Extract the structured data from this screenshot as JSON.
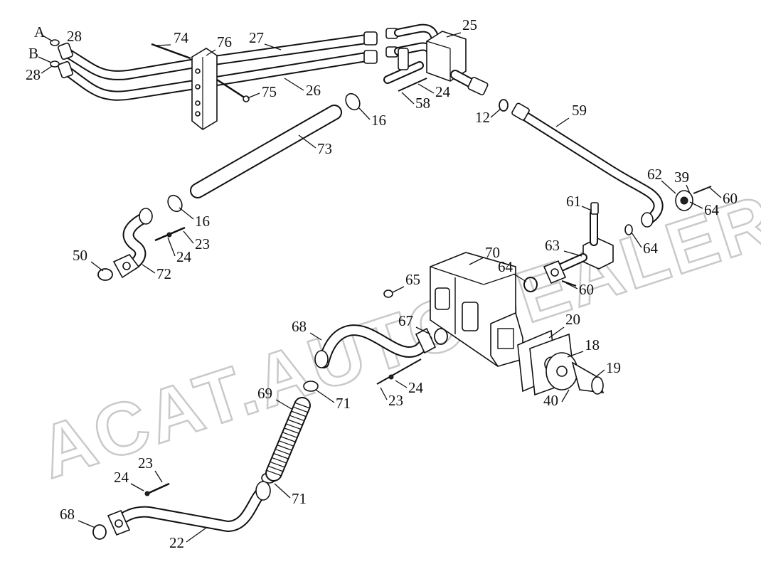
{
  "watermark": "ACAT.AUTODEALER.RU",
  "callouts": [
    {
      "id": "A",
      "label": "A"
    },
    {
      "id": "B",
      "label": "B"
    },
    {
      "id": "28a",
      "label": "28"
    },
    {
      "id": "28b",
      "label": "28"
    },
    {
      "id": "74",
      "label": "74"
    },
    {
      "id": "76",
      "label": "76"
    },
    {
      "id": "27",
      "label": "27"
    },
    {
      "id": "25",
      "label": "25"
    },
    {
      "id": "26",
      "label": "26"
    },
    {
      "id": "75",
      "label": "75"
    },
    {
      "id": "24a",
      "label": "24"
    },
    {
      "id": "58",
      "label": "58"
    },
    {
      "id": "16a",
      "label": "16"
    },
    {
      "id": "12",
      "label": "12"
    },
    {
      "id": "59",
      "label": "59"
    },
    {
      "id": "73",
      "label": "73"
    },
    {
      "id": "62",
      "label": "62"
    },
    {
      "id": "39",
      "label": "39"
    },
    {
      "id": "60a",
      "label": "60"
    },
    {
      "id": "64a",
      "label": "64"
    },
    {
      "id": "61",
      "label": "61"
    },
    {
      "id": "16b",
      "label": "16"
    },
    {
      "id": "23a",
      "label": "23"
    },
    {
      "id": "24b",
      "label": "24"
    },
    {
      "id": "50",
      "label": "50"
    },
    {
      "id": "72",
      "label": "72"
    },
    {
      "id": "63",
      "label": "63"
    },
    {
      "id": "64b",
      "label": "64"
    },
    {
      "id": "70",
      "label": "70"
    },
    {
      "id": "64c",
      "label": "64"
    },
    {
      "id": "60b",
      "label": "60"
    },
    {
      "id": "65",
      "label": "65"
    },
    {
      "id": "67",
      "label": "67"
    },
    {
      "id": "68a",
      "label": "68"
    },
    {
      "id": "20",
      "label": "20"
    },
    {
      "id": "18",
      "label": "18"
    },
    {
      "id": "19",
      "label": "19"
    },
    {
      "id": "40",
      "label": "40"
    },
    {
      "id": "24c",
      "label": "24"
    },
    {
      "id": "23b",
      "label": "23"
    },
    {
      "id": "69",
      "label": "69"
    },
    {
      "id": "71a",
      "label": "71"
    },
    {
      "id": "23c",
      "label": "23"
    },
    {
      "id": "24d",
      "label": "24"
    },
    {
      "id": "71b",
      "label": "71"
    },
    {
      "id": "68b",
      "label": "68"
    },
    {
      "id": "22",
      "label": "22"
    }
  ]
}
